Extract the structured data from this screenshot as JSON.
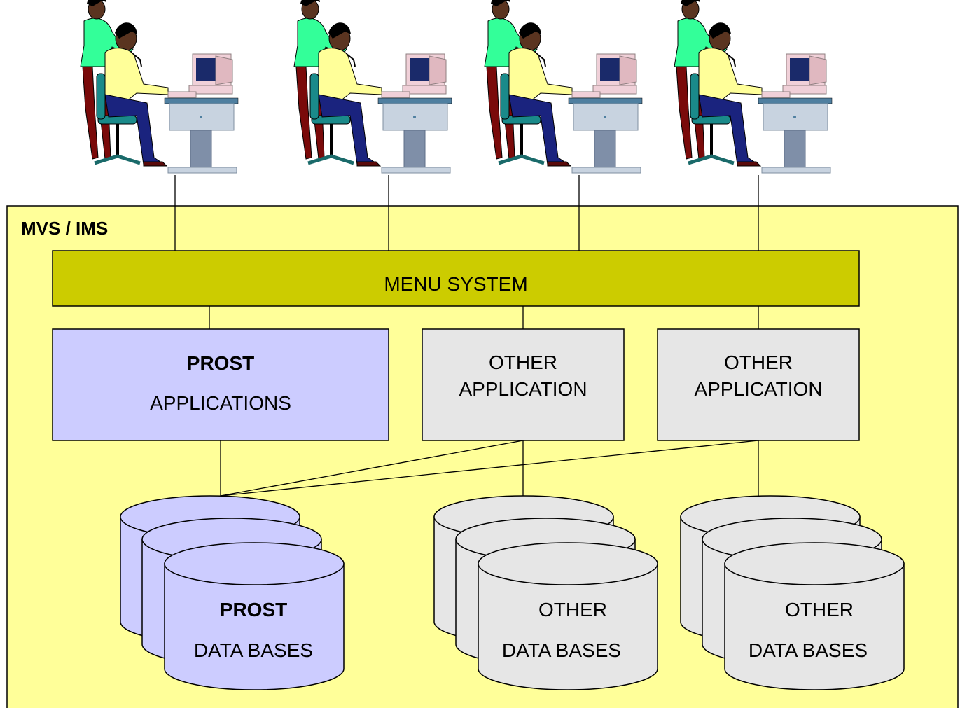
{
  "environment": {
    "label": "MVS / IMS"
  },
  "menu": {
    "label": "MENU SYSTEM"
  },
  "applications": [
    {
      "title": "PROST",
      "subtitle": "APPLICATIONS"
    },
    {
      "line1": "OTHER",
      "line2": "APPLICATION"
    },
    {
      "line1": "OTHER",
      "line2": "APPLICATION"
    }
  ],
  "databases": [
    {
      "title": "PROST",
      "subtitle": "DATA BASES"
    },
    {
      "line1": "OTHER",
      "line2": "DATA BASES"
    },
    {
      "line1": "OTHER",
      "line2": "DATA BASES"
    }
  ],
  "workstations": [
    {
      "icon": "users-at-computer-icon"
    },
    {
      "icon": "users-at-computer-icon"
    },
    {
      "icon": "users-at-computer-icon"
    },
    {
      "icon": "users-at-computer-icon"
    }
  ],
  "colors": {
    "environment_fill": "#ffff99",
    "menu_fill": "#cccc00",
    "prost_fill": "#ccccff",
    "other_fill": "#e6e6e6"
  }
}
